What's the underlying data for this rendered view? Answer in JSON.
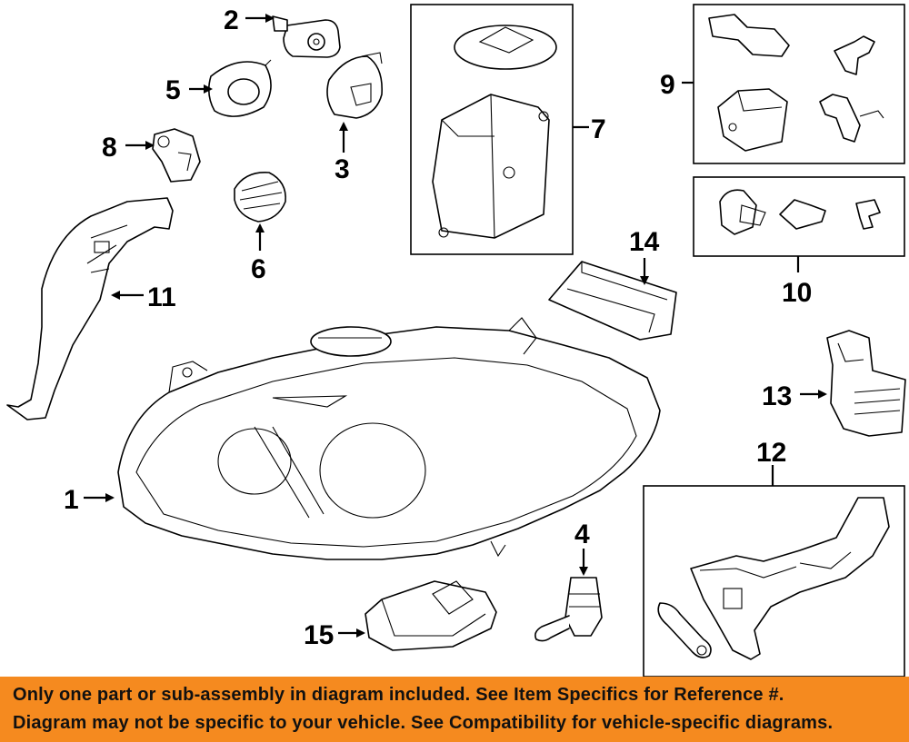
{
  "callouts": {
    "c1": "1",
    "c2": "2",
    "c3": "3",
    "c4": "4",
    "c5": "5",
    "c6": "6",
    "c7": "7",
    "c8": "8",
    "c9": "9",
    "c10": "10",
    "c11": "11",
    "c12": "12",
    "c13": "13",
    "c14": "14",
    "c15": "15"
  },
  "banner": {
    "line1": "Only one part or sub-assembly in diagram included. See Item Specifics for Reference #.",
    "line2": "Diagram may not be specific to your vehicle. See Compatibility for vehicle-specific diagrams.",
    "background": "#f58a1f"
  }
}
